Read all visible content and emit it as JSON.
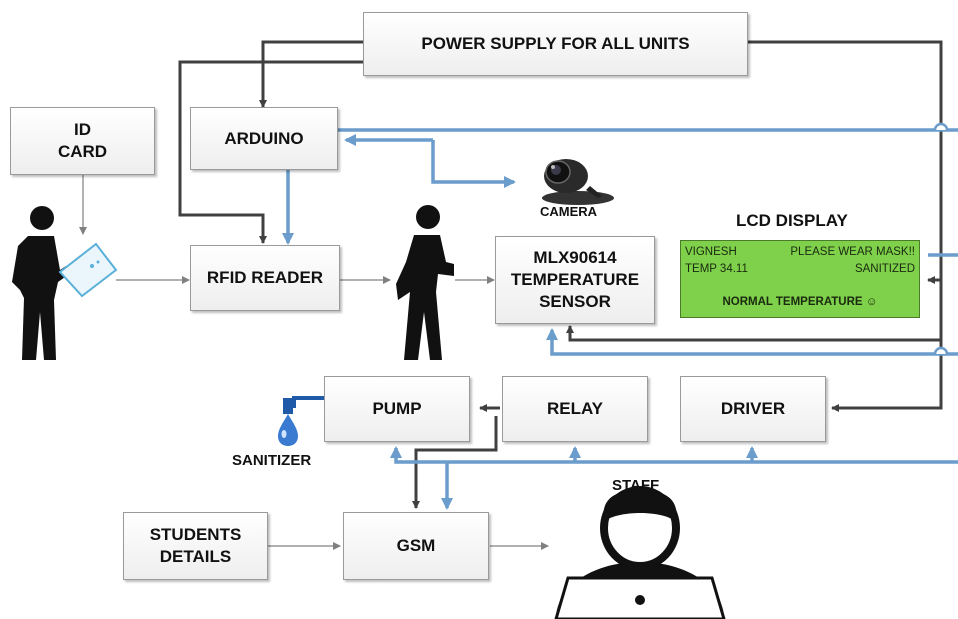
{
  "blocks": {
    "power": "POWER SUPPLY FOR ALL UNITS",
    "id_card": [
      "ID",
      "CARD"
    ],
    "arduino": "ARDUINO",
    "rfid": "RFID READER",
    "sensor": [
      "MLX90614",
      "TEMPERATURE",
      "SENSOR"
    ],
    "pump": "PUMP",
    "relay": "RELAY",
    "driver": "DRIVER",
    "students": [
      "STUDENTS",
      "DETAILS"
    ],
    "gsm": "GSM"
  },
  "labels": {
    "camera": "CAMERA",
    "lcd_title": "LCD DISPLAY",
    "sanitizer": "SANITIZER",
    "staff": "STAFF"
  },
  "lcd": {
    "name": "VIGNESH",
    "mask": "PLEASE WEAR MASK!!",
    "temp": "TEMP 34.11",
    "sanitized": "SANITIZED",
    "status": "NORMAL TEMPERATURE ☺"
  },
  "colors": {
    "blue_wire": "#6a9ccc",
    "dark_wire": "#404040",
    "lcd_green": "#7fd04a"
  },
  "icons": [
    "person-with-card-icon",
    "person-icon",
    "camera-icon",
    "sanitizer-drop-icon",
    "staff-laptop-icon"
  ]
}
